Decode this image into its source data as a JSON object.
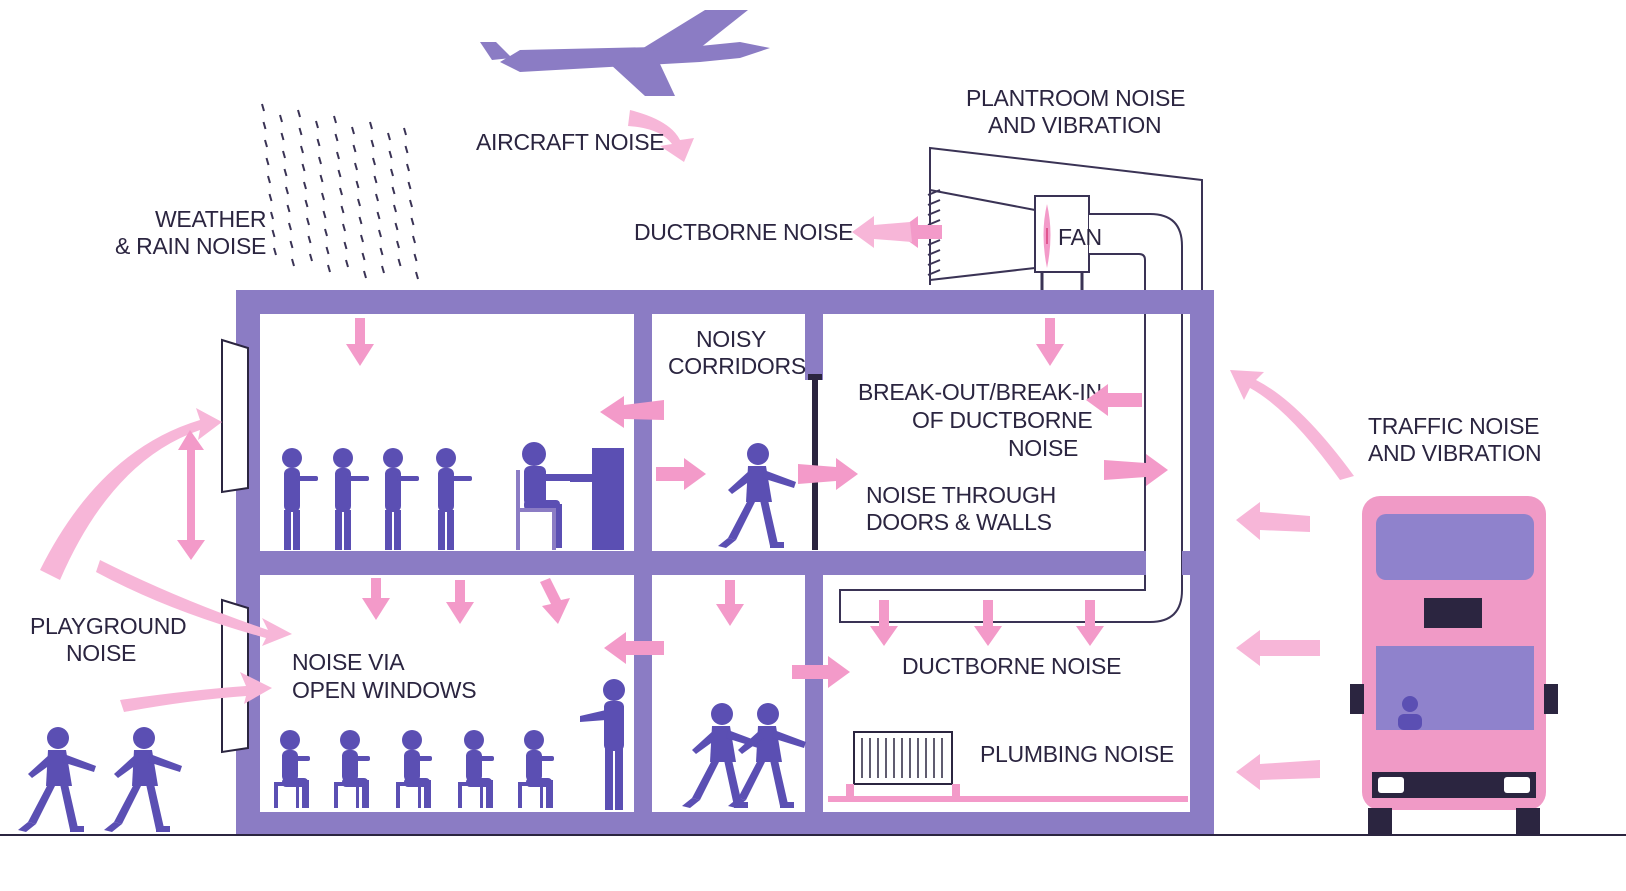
{
  "labels": {
    "aircraft": "AIRCRAFT NOISE",
    "plantroom_1": "PLANTROOM NOISE",
    "plantroom_2": "AND VIBRATION",
    "weather_1": "WEATHER",
    "weather_2": "& RAIN NOISE",
    "ductborne_top": "DUCTBORNE NOISE",
    "fan": "FAN",
    "corridors_1": "NOISY",
    "corridors_2": "CORRIDORS",
    "breakout_1": "BREAK-OUT/BREAK-IN",
    "breakout_2": "OF DUCTBORNE",
    "breakout_3": "NOISE",
    "doors_1": "NOISE THROUGH",
    "doors_2": "DOORS & WALLS",
    "traffic_1": "TRAFFIC NOISE",
    "traffic_2": "AND VIBRATION",
    "playground_1": "PLAYGROUND",
    "playground_2": "NOISE",
    "windows_1": "NOISE VIA",
    "windows_2": "OPEN WINDOWS",
    "ductborne_bottom": "DUCTBORNE NOISE",
    "plumbing": "PLUMBING NOISE"
  },
  "colors": {
    "structure": "#8b7cc4",
    "figures": "#5b4fb3",
    "arrows": "#f39ac9",
    "bus": "#f09ac6"
  },
  "icons": [
    "airplane-icon",
    "rain-icon",
    "fan-icon",
    "bus-icon",
    "person-icon",
    "piano-icon",
    "radiator-icon"
  ]
}
